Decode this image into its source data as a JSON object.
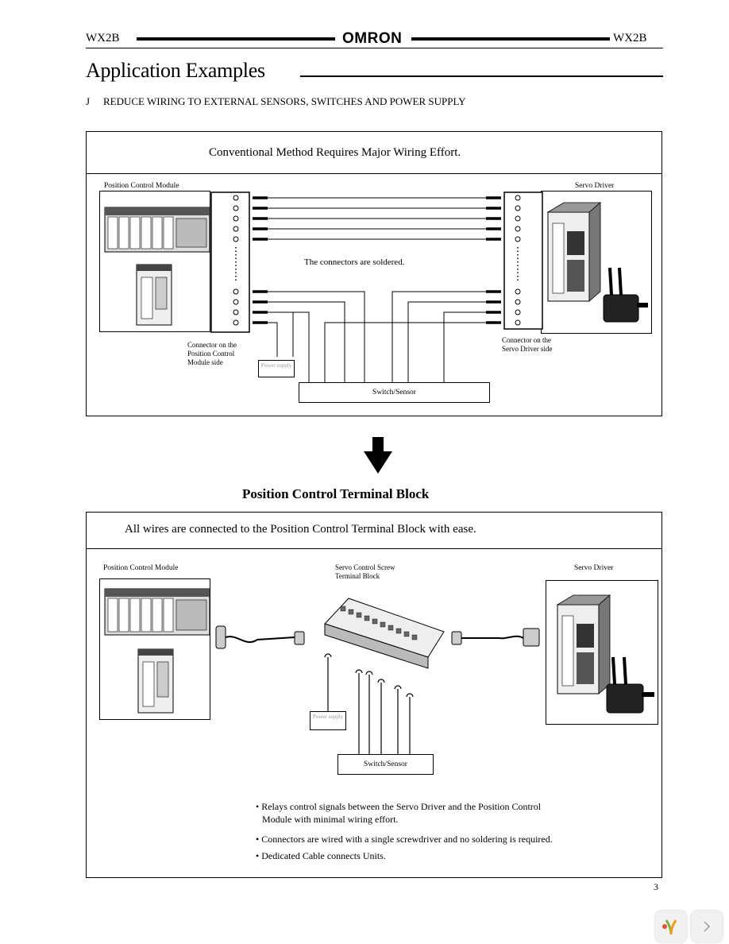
{
  "header": {
    "doc_code_left": "WX2B",
    "brand": "OMRON",
    "doc_code_right": "WX2B"
  },
  "section": {
    "title": "Application Examples",
    "bullet_mark": "J",
    "bullet_heading": "REDUCE WIRING TO EXTERNAL SENSORS, SWITCHES AND POWER SUPPLY"
  },
  "conventional": {
    "title": "Conventional Method Requires Major Wiring Effort.",
    "left_label": "Position Control Module",
    "right_label": "Servo Driver",
    "soldered_note": "The connectors are soldered.",
    "left_connector_label": [
      "Connector on the",
      "Position Control",
      "Module side"
    ],
    "right_connector_label": [
      "Connector on the",
      "Servo Driver side"
    ],
    "power_supply_label": "Power supply",
    "switch_sensor_label": "Switch/Sensor"
  },
  "transition": {
    "title": "Position Control Terminal Block"
  },
  "terminal_block": {
    "title": "All wires are connected to the Position Control Terminal Block with ease.",
    "left_label": "Position Control Module",
    "center_label": [
      "Servo Control Screw",
      "Terminal Block"
    ],
    "right_label": "Servo Driver",
    "power_supply_label": "Power supply",
    "switch_sensor_label": "Switch/Sensor",
    "notes": [
      [
        "• Relays control signals between the Servo Driver and the Position Control",
        "Module with minimal wiring effort."
      ],
      [
        "• Connectors are wired with a single screwdriver and no soldering is required."
      ],
      [
        "• Dedicated Cable connects Units."
      ]
    ]
  },
  "footer": {
    "page_number": "3"
  },
  "colors": {
    "ink": "#000000",
    "paper": "#ffffff",
    "nav_bg": "#f1f1f1",
    "logo_green": "#7cb342",
    "logo_orange": "#f39c12",
    "logo_red": "#e74c3c"
  },
  "icons": [
    "down-arrow-icon",
    "app-logo-icon",
    "chevron-right-icon"
  ]
}
